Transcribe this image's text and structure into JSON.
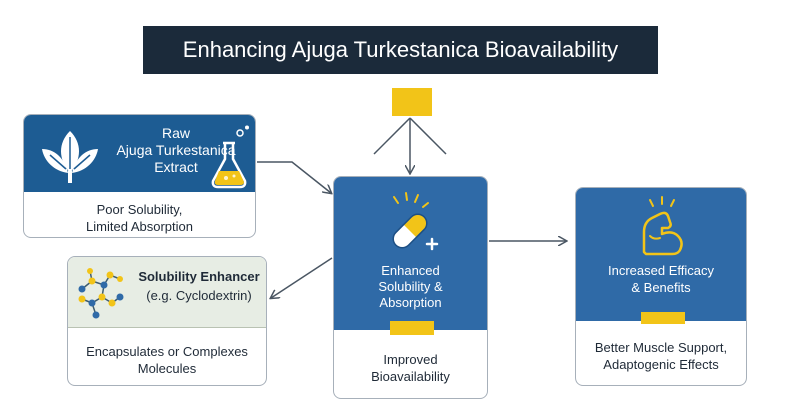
{
  "title": "Enhancing Ajuga Turkestanica Bioavailability",
  "raw_extract": {
    "header_lines": [
      "Raw",
      "Ajuga Turkestanica",
      "Extract"
    ],
    "body_lines": [
      "Poor Solubility,",
      "Limited Absorption"
    ]
  },
  "solubility_enhancer": {
    "title": "Solubility Enhancer",
    "subtitle": "(e.g. Cyclodextrin)",
    "body_lines": [
      "Encapsulates or Complexes",
      "Molecules"
    ]
  },
  "enhanced": {
    "header_lines": [
      "Enhanced",
      "Solubility &",
      "Absorption"
    ],
    "body_lines": [
      "Improved",
      "Bioavailability"
    ]
  },
  "outcome": {
    "header_lines": [
      "Increased Efficacy",
      "& Benefits"
    ],
    "body_lines": [
      "Better Muscle Support,",
      "Adaptogenic Effects"
    ]
  },
  "colors": {
    "dark_navy": "#1b2a3a",
    "blue": "#2f6aa7",
    "gold": "#f2c418",
    "sage": "#e7ede4"
  }
}
